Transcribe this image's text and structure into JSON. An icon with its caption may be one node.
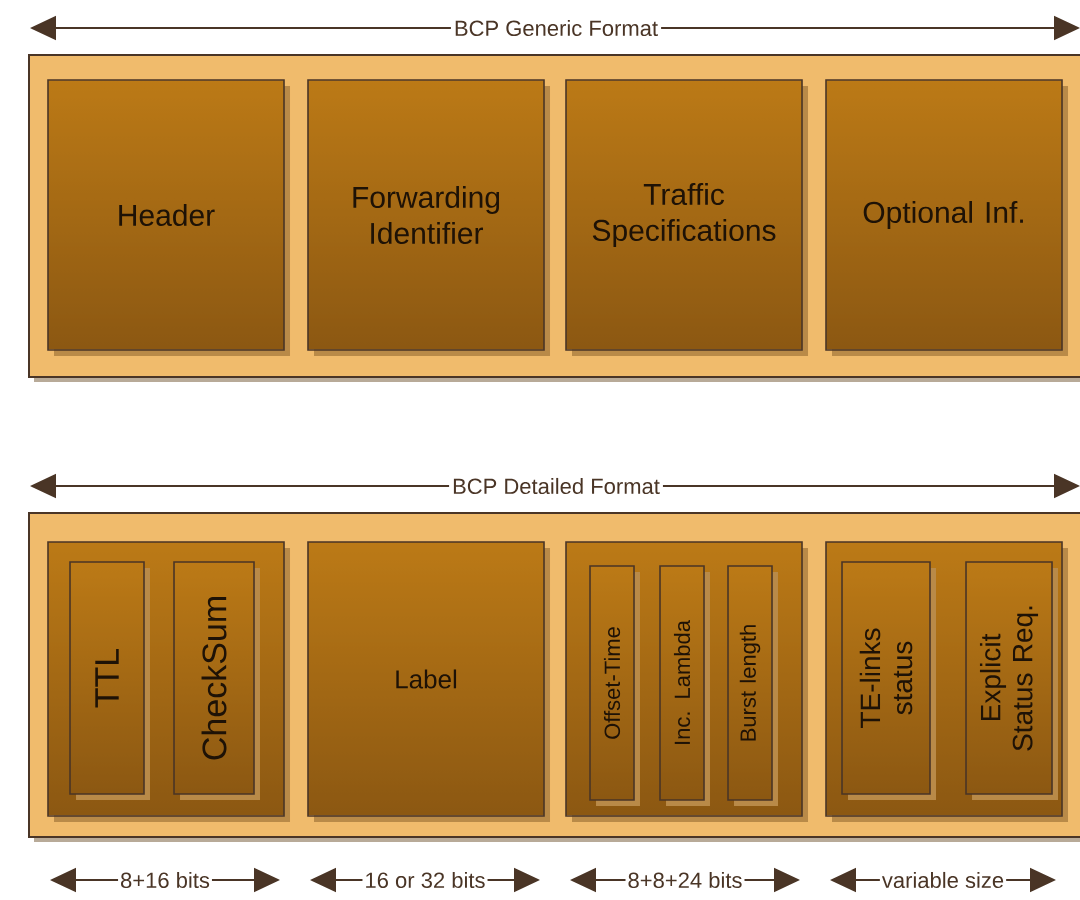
{
  "diagram": {
    "nodes": [
      {
        "text": [
          "BCP Generic Format"
        ]
      },
      {
        "text": [
          "Header"
        ],
        "in": 0
      },
      {
        "text": [
          "Forwarding Identifier"
        ],
        "in": 0
      },
      {
        "text": [
          "Traffic Specifications"
        ],
        "in": 0
      },
      {
        "text": [
          "Optional Inf."
        ],
        "in": 0
      },
      {
        "text": [
          "BCP Detailed Format"
        ]
      },
      {
        "text": [],
        "shape": "box",
        "in": 5
      },
      {
        "text": [
          "TTL"
        ],
        "in": 6
      },
      {
        "text": [
          "CheckSum"
        ],
        "in": 6
      },
      {
        "text": [
          "Label"
        ],
        "in": 5
      },
      {
        "text": [],
        "shape": "box",
        "in": 5
      },
      {
        "text": [
          "Offset-Time"
        ],
        "in": 10
      },
      {
        "text": [
          "Inc. Lambda"
        ],
        "in": 10
      },
      {
        "text": [
          "Burst length"
        ],
        "in": 10
      },
      {
        "text": [],
        "shape": "box",
        "in": 5
      },
      {
        "text": [
          "TE-links status"
        ],
        "in": 14
      },
      {
        "text": [
          "Explicit Status Req."
        ],
        "in": 14
      }
    ],
    "labels": [
      "8+16 bits",
      "16 or 32 bits",
      "8+8+24 bits",
      "variable size"
    ]
  }
}
